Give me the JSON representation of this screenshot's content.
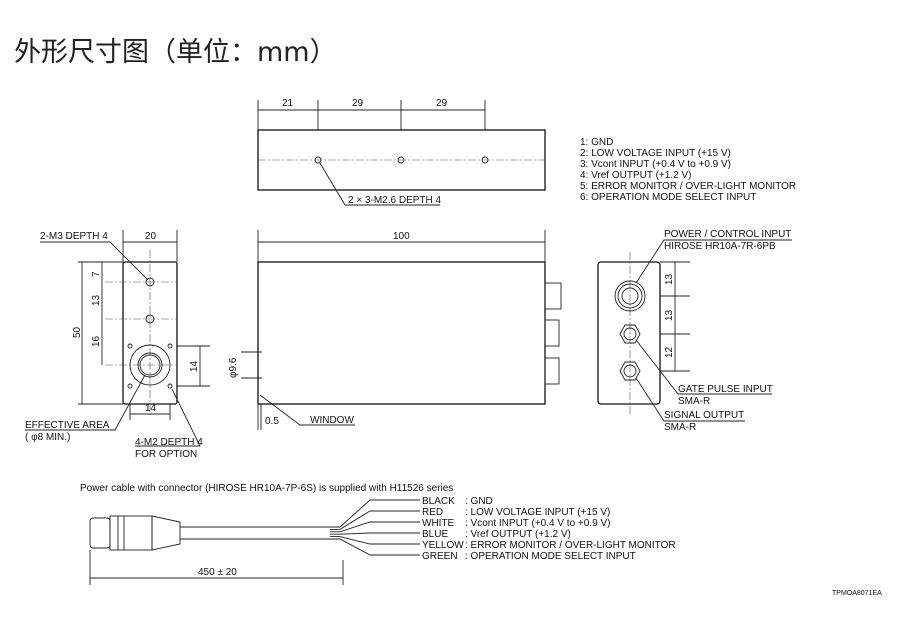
{
  "title": "外形尺寸图（单位：mm）",
  "top_view": {
    "dims": [
      "21",
      "29",
      "29"
    ],
    "hole_label": "2 × 3-M2.6 DEPTH 4"
  },
  "pin_list": [
    "1: GND",
    "2: LOW VOLTAGE INPUT (+15 V)",
    "3: Vcont INPUT (+0.4 V to +0.9 V)",
    "4: Vref OUTPUT (+1.2 V)",
    "5: ERROR MONITOR / OVER-LIGHT MONITOR",
    "6: OPERATION MODE SELECT INPUT"
  ],
  "front_view": {
    "mount_label": "2-M3 DEPTH 4",
    "width": "20",
    "height": "50",
    "dims": [
      "7",
      "13",
      "16"
    ],
    "dim_14v": "14",
    "dim_14h": "14",
    "effective_area": "EFFECTIVE AREA",
    "effective_area_sub": "( φ8 MIN.)",
    "option_label": "4-M2 DEPTH 4",
    "option_sub": "FOR OPTION"
  },
  "side_view": {
    "length": "100",
    "diameter": "φ9.6",
    "offset": "0.5",
    "window": "WINDOW"
  },
  "rear_view": {
    "power_label": "POWER / CONTROL INPUT",
    "power_sub": "HIROSE HR10A-7R-6PB",
    "dims": [
      "13",
      "13",
      "12"
    ],
    "gate_label": "GATE PULSE INPUT",
    "gate_sub": "SMA-R",
    "signal_label": "SIGNAL OUTPUT",
    "signal_sub": "SMA-R"
  },
  "cable": {
    "caption": "Power cable with connector (HIROSE HR10A-7P-6S) is supplied with H11526 series",
    "length": "450 ± 20",
    "wires": [
      {
        "color": "BLACK",
        "desc": ": GND"
      },
      {
        "color": "RED",
        "desc": ": LOW VOLTAGE INPUT (+15 V)"
      },
      {
        "color": "WHITE",
        "desc": ": Vcont INPUT (+0.4 V to +0.9 V)"
      },
      {
        "color": "BLUE",
        "desc": ": Vref OUTPUT (+1.2 V)"
      },
      {
        "color": "YELLOW",
        "desc": ": ERROR MONITOR / OVER-LIGHT MONITOR"
      },
      {
        "color": "GREEN",
        "desc": ": OPERATION MODE SELECT INPUT"
      }
    ]
  },
  "drawing_code": "TPMOA8071EA"
}
